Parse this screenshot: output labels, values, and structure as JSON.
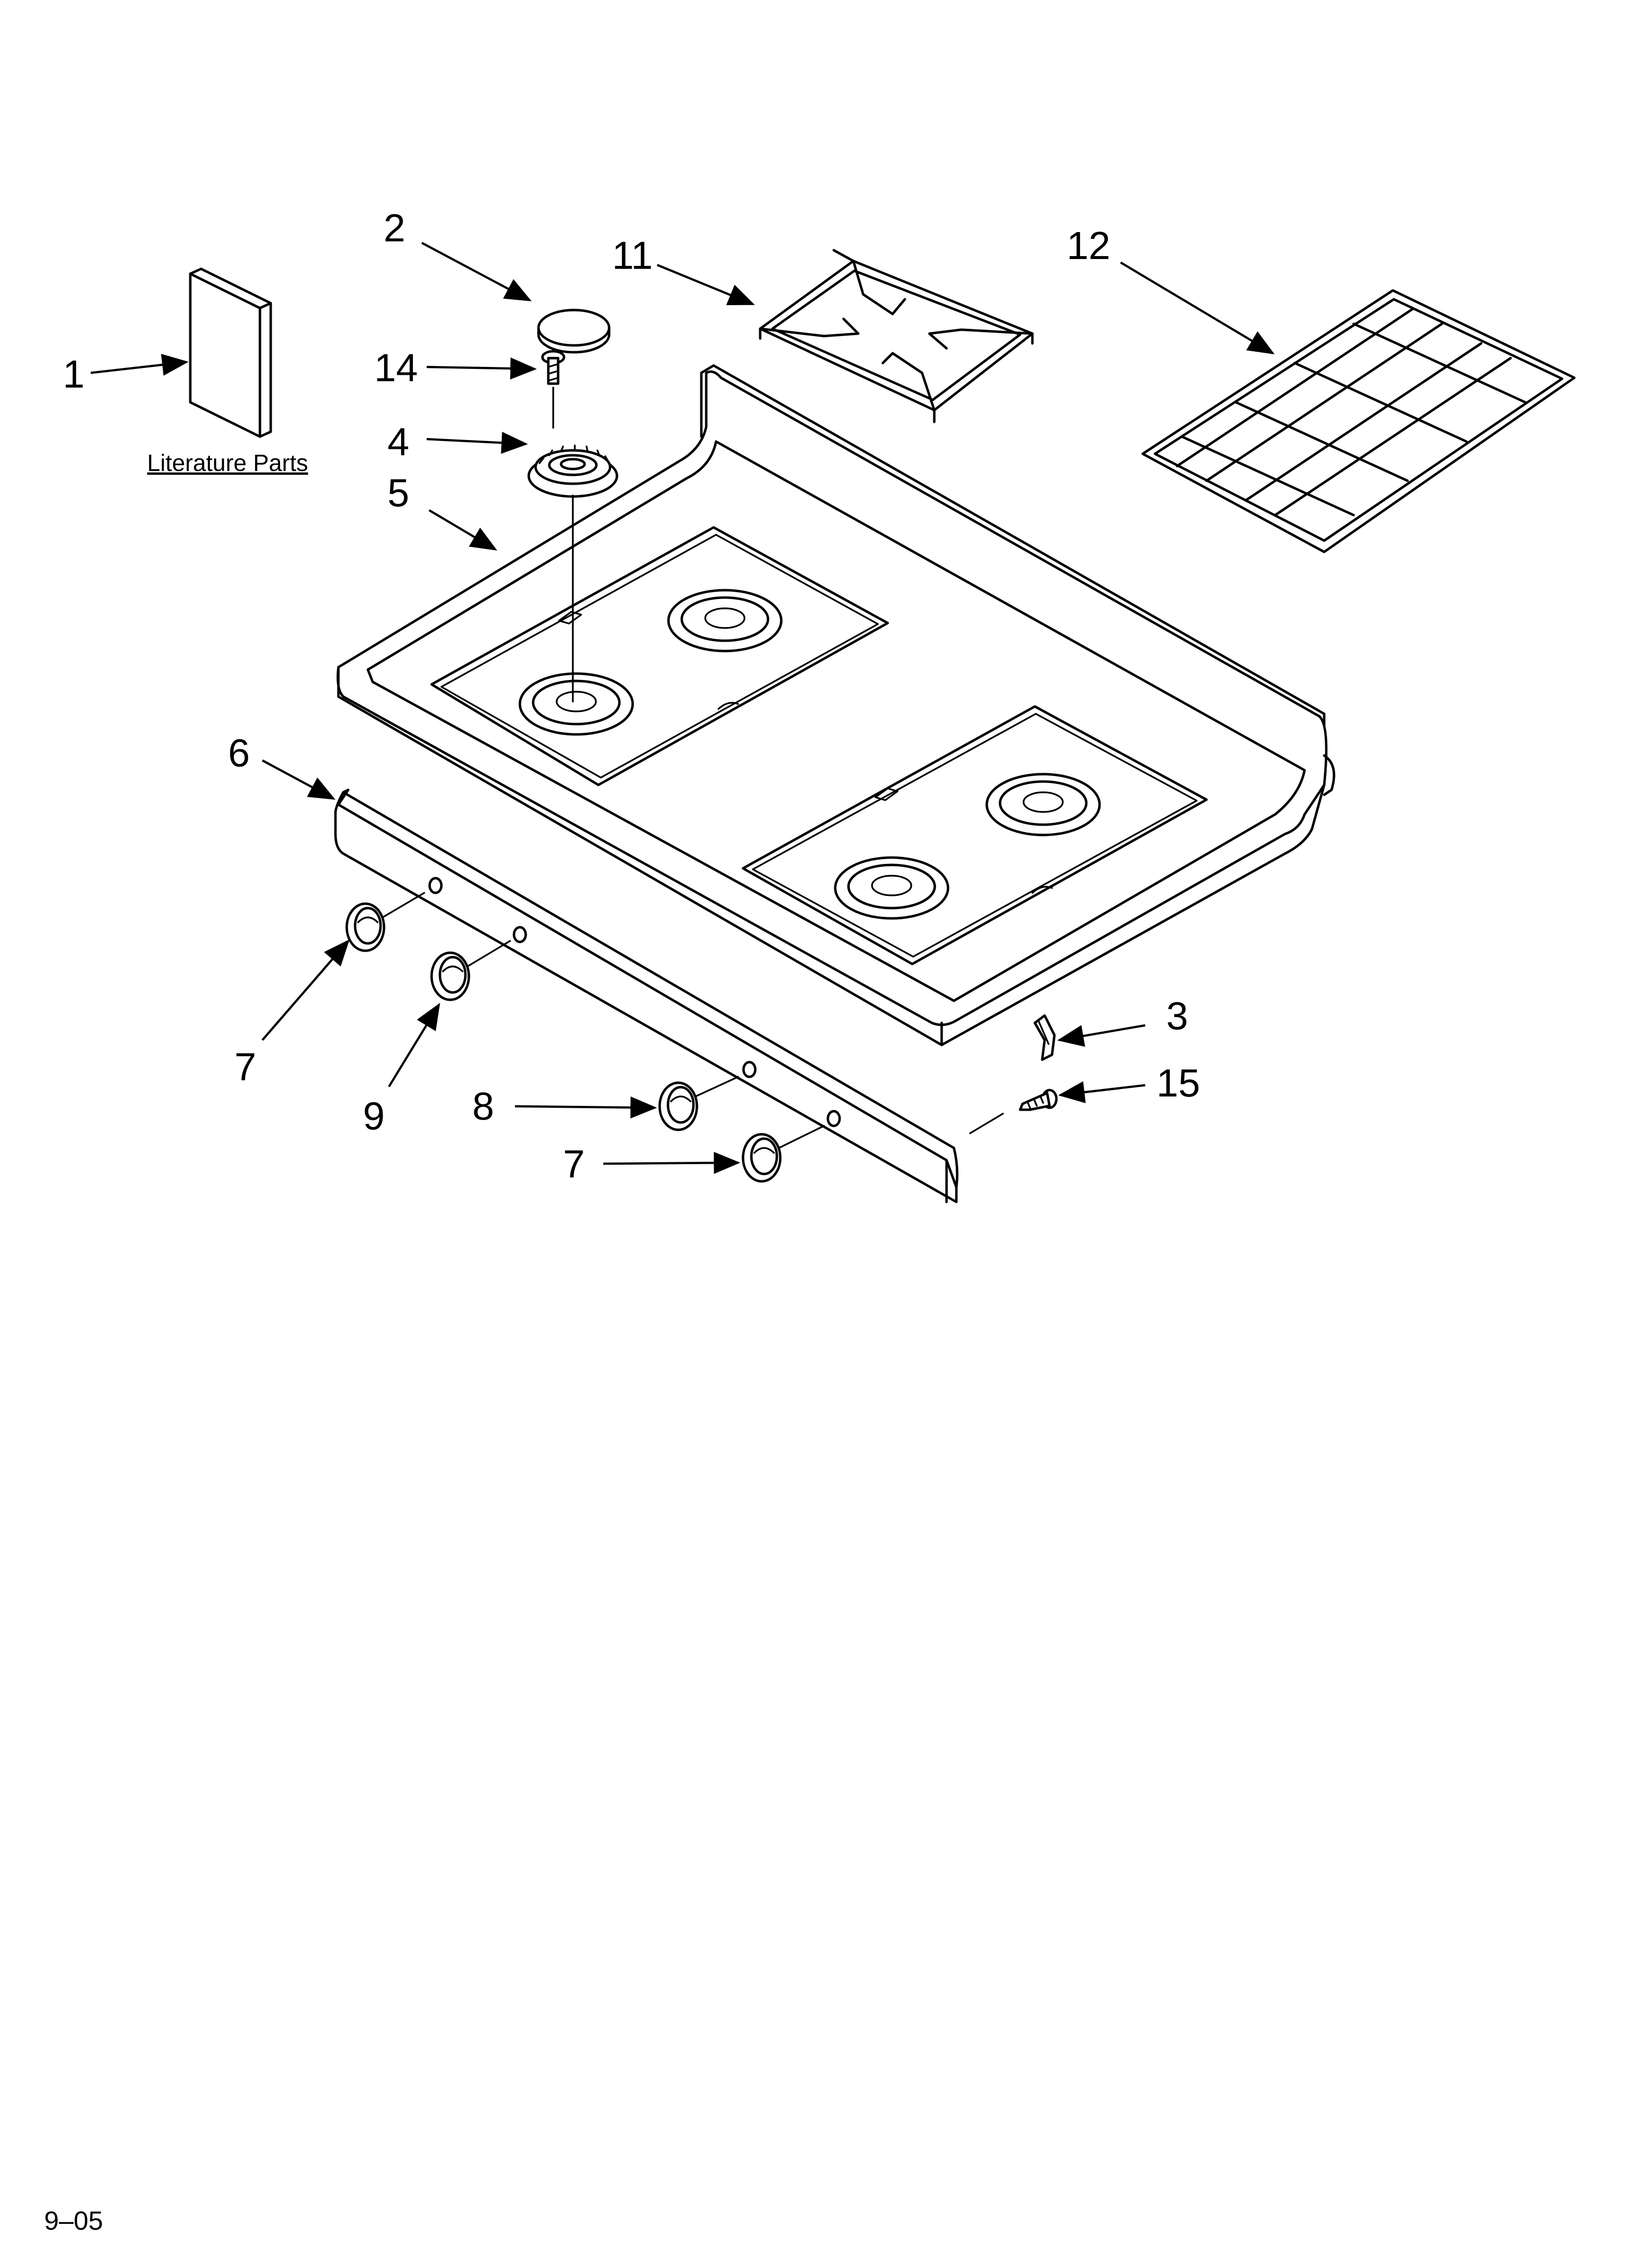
{
  "diagram": {
    "literature_label": "Literature Parts",
    "date_code": "9–05",
    "callouts": {
      "c1": "1",
      "c2": "2",
      "c3": "3",
      "c4": "4",
      "c5": "5",
      "c6": "6",
      "c7a": "7",
      "c7b": "7",
      "c8": "8",
      "c9": "9",
      "c11": "11",
      "c12": "12",
      "c14": "14",
      "c15": "15"
    }
  }
}
